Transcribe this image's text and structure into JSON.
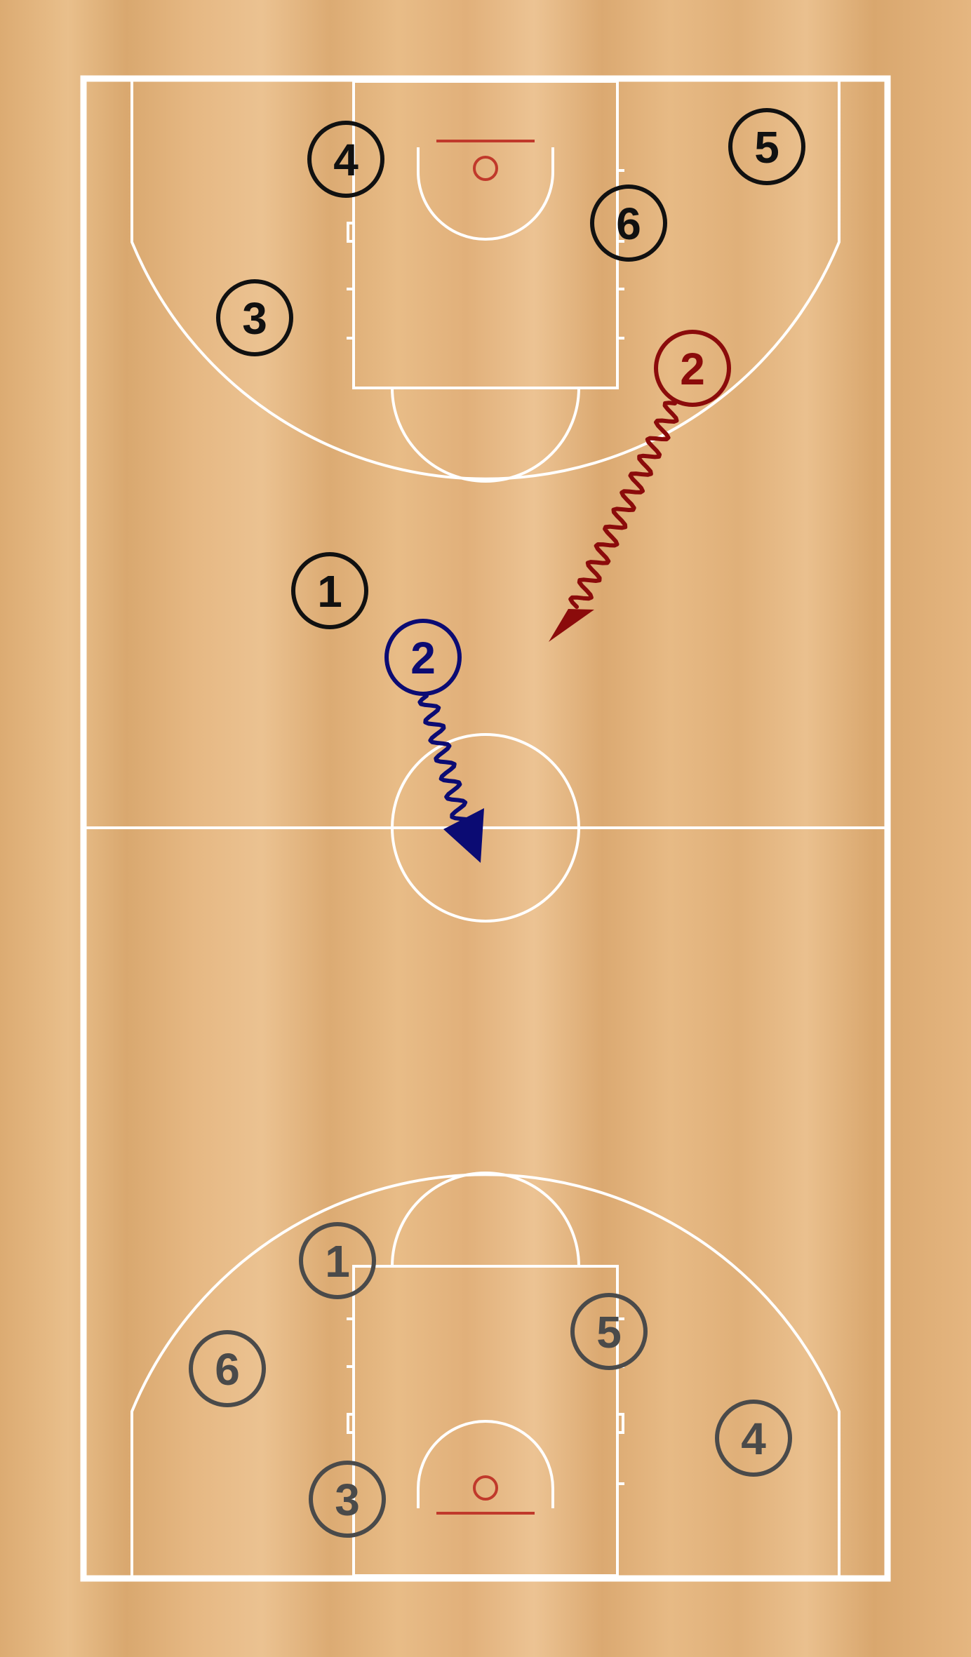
{
  "colors": {
    "floor": "#e3b47f",
    "floor_light": "#ecc494",
    "floor_dark": "#d7a56d",
    "lines": "#ffffff",
    "rim": "#c0392b",
    "team_black": "#111111",
    "team_gray": "#4a4a4a",
    "dribble_red": "#8b0b0b",
    "dribble_blue": "#0b0b73"
  },
  "players": {
    "top": {
      "p4": "4",
      "p5": "5",
      "p6": "6",
      "p3": "3",
      "p1": "1"
    },
    "bottom": {
      "p1": "1",
      "p5": "5",
      "p6": "6",
      "p4": "4",
      "p3": "3"
    },
    "dribblers": {
      "red": "2",
      "blue": "2"
    }
  }
}
